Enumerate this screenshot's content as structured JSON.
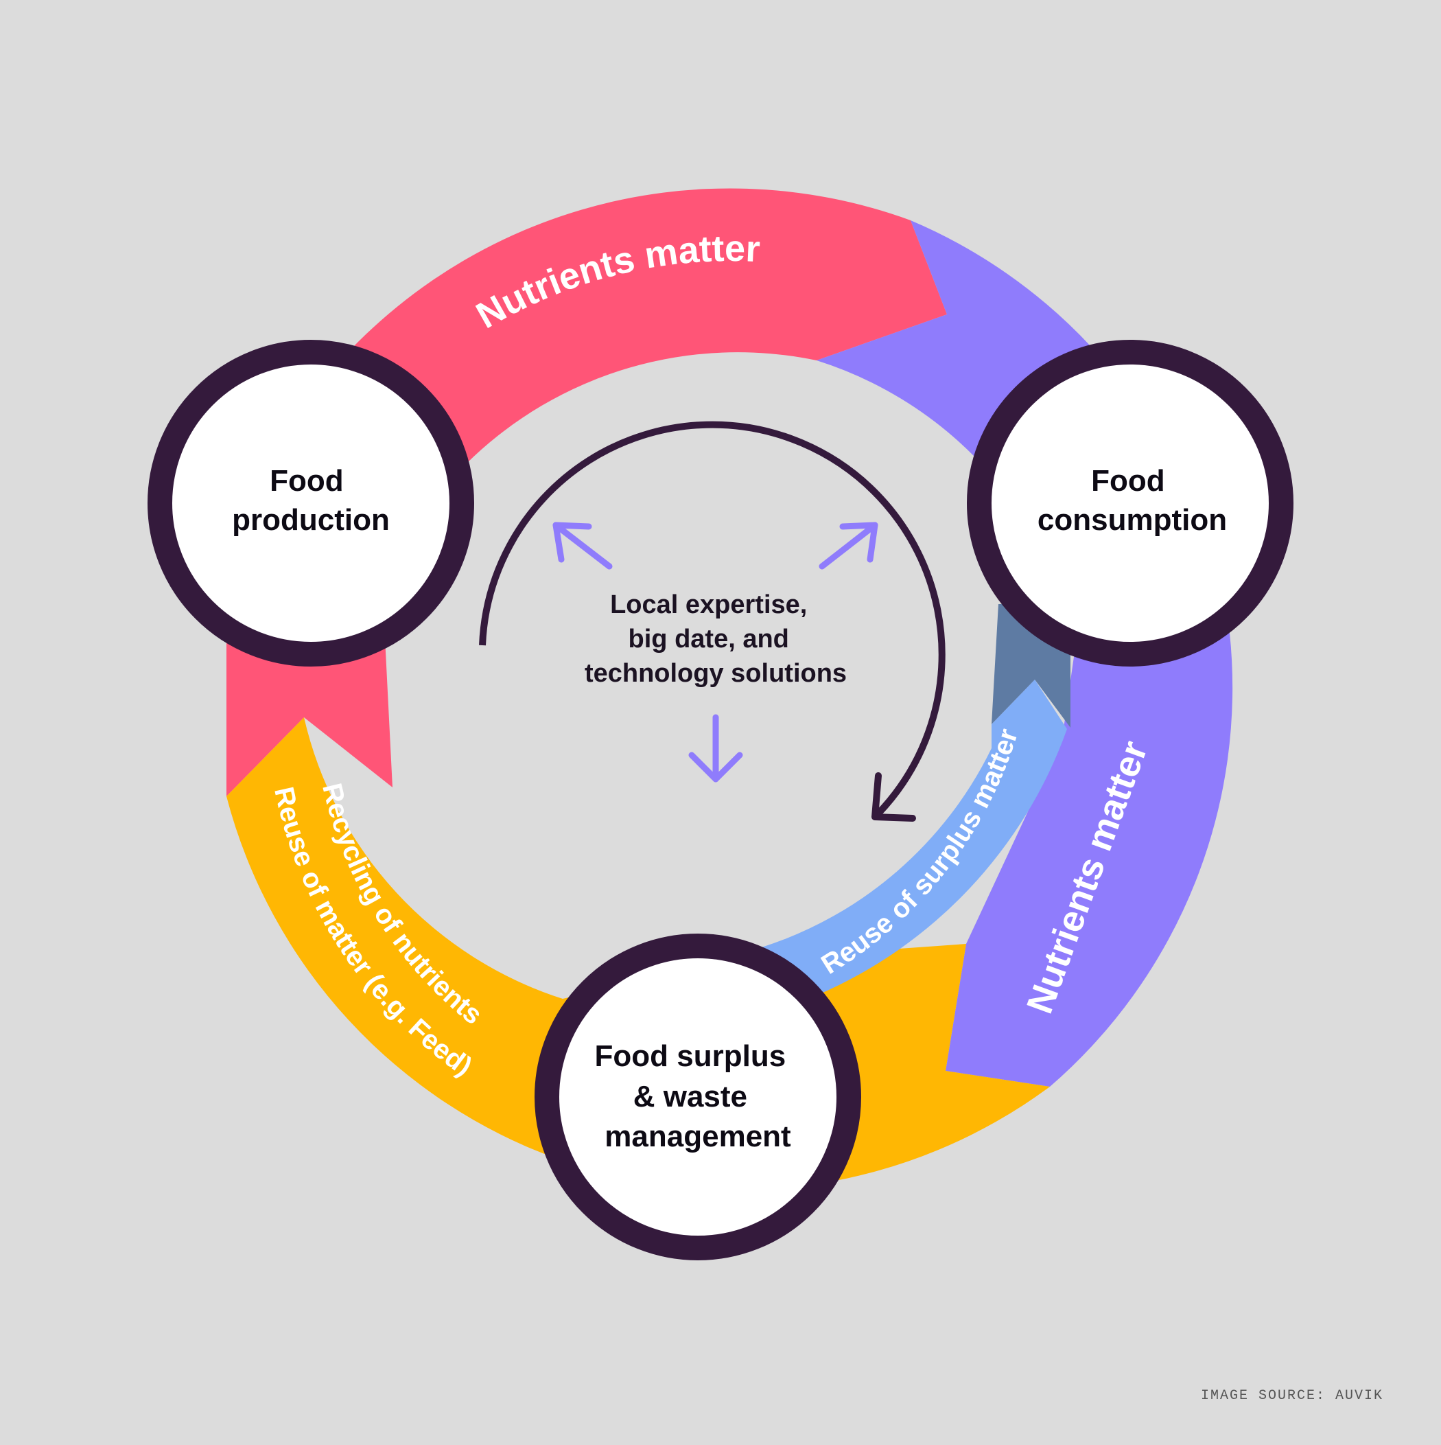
{
  "nodes": {
    "production": [
      "Food",
      "production"
    ],
    "consumption": [
      "Food",
      "consumption"
    ],
    "waste": [
      "Food surplus",
      "& waste",
      "management"
    ]
  },
  "center": [
    "Local expertise,",
    "big date, and",
    "technology solutions"
  ],
  "bands": {
    "top": "Nutrients matter",
    "right": "Nutrients matter",
    "inner": "Reuse of surplus matter",
    "left_line1": "Recycling of nutrients",
    "left_line2": "Reuse of matter (e.g. Feed)"
  },
  "source": "IMAGE SOURCE: AUVIK",
  "colors": {
    "background": "#dcdcdc",
    "pink": "#ff5577",
    "violet": "#8f7cfc",
    "yellow": "#ffb703",
    "light_blue": "#80adf7",
    "slate": "#5e7ba3",
    "dark": "#341a3c",
    "arrow_violet": "#8f7cfc"
  }
}
